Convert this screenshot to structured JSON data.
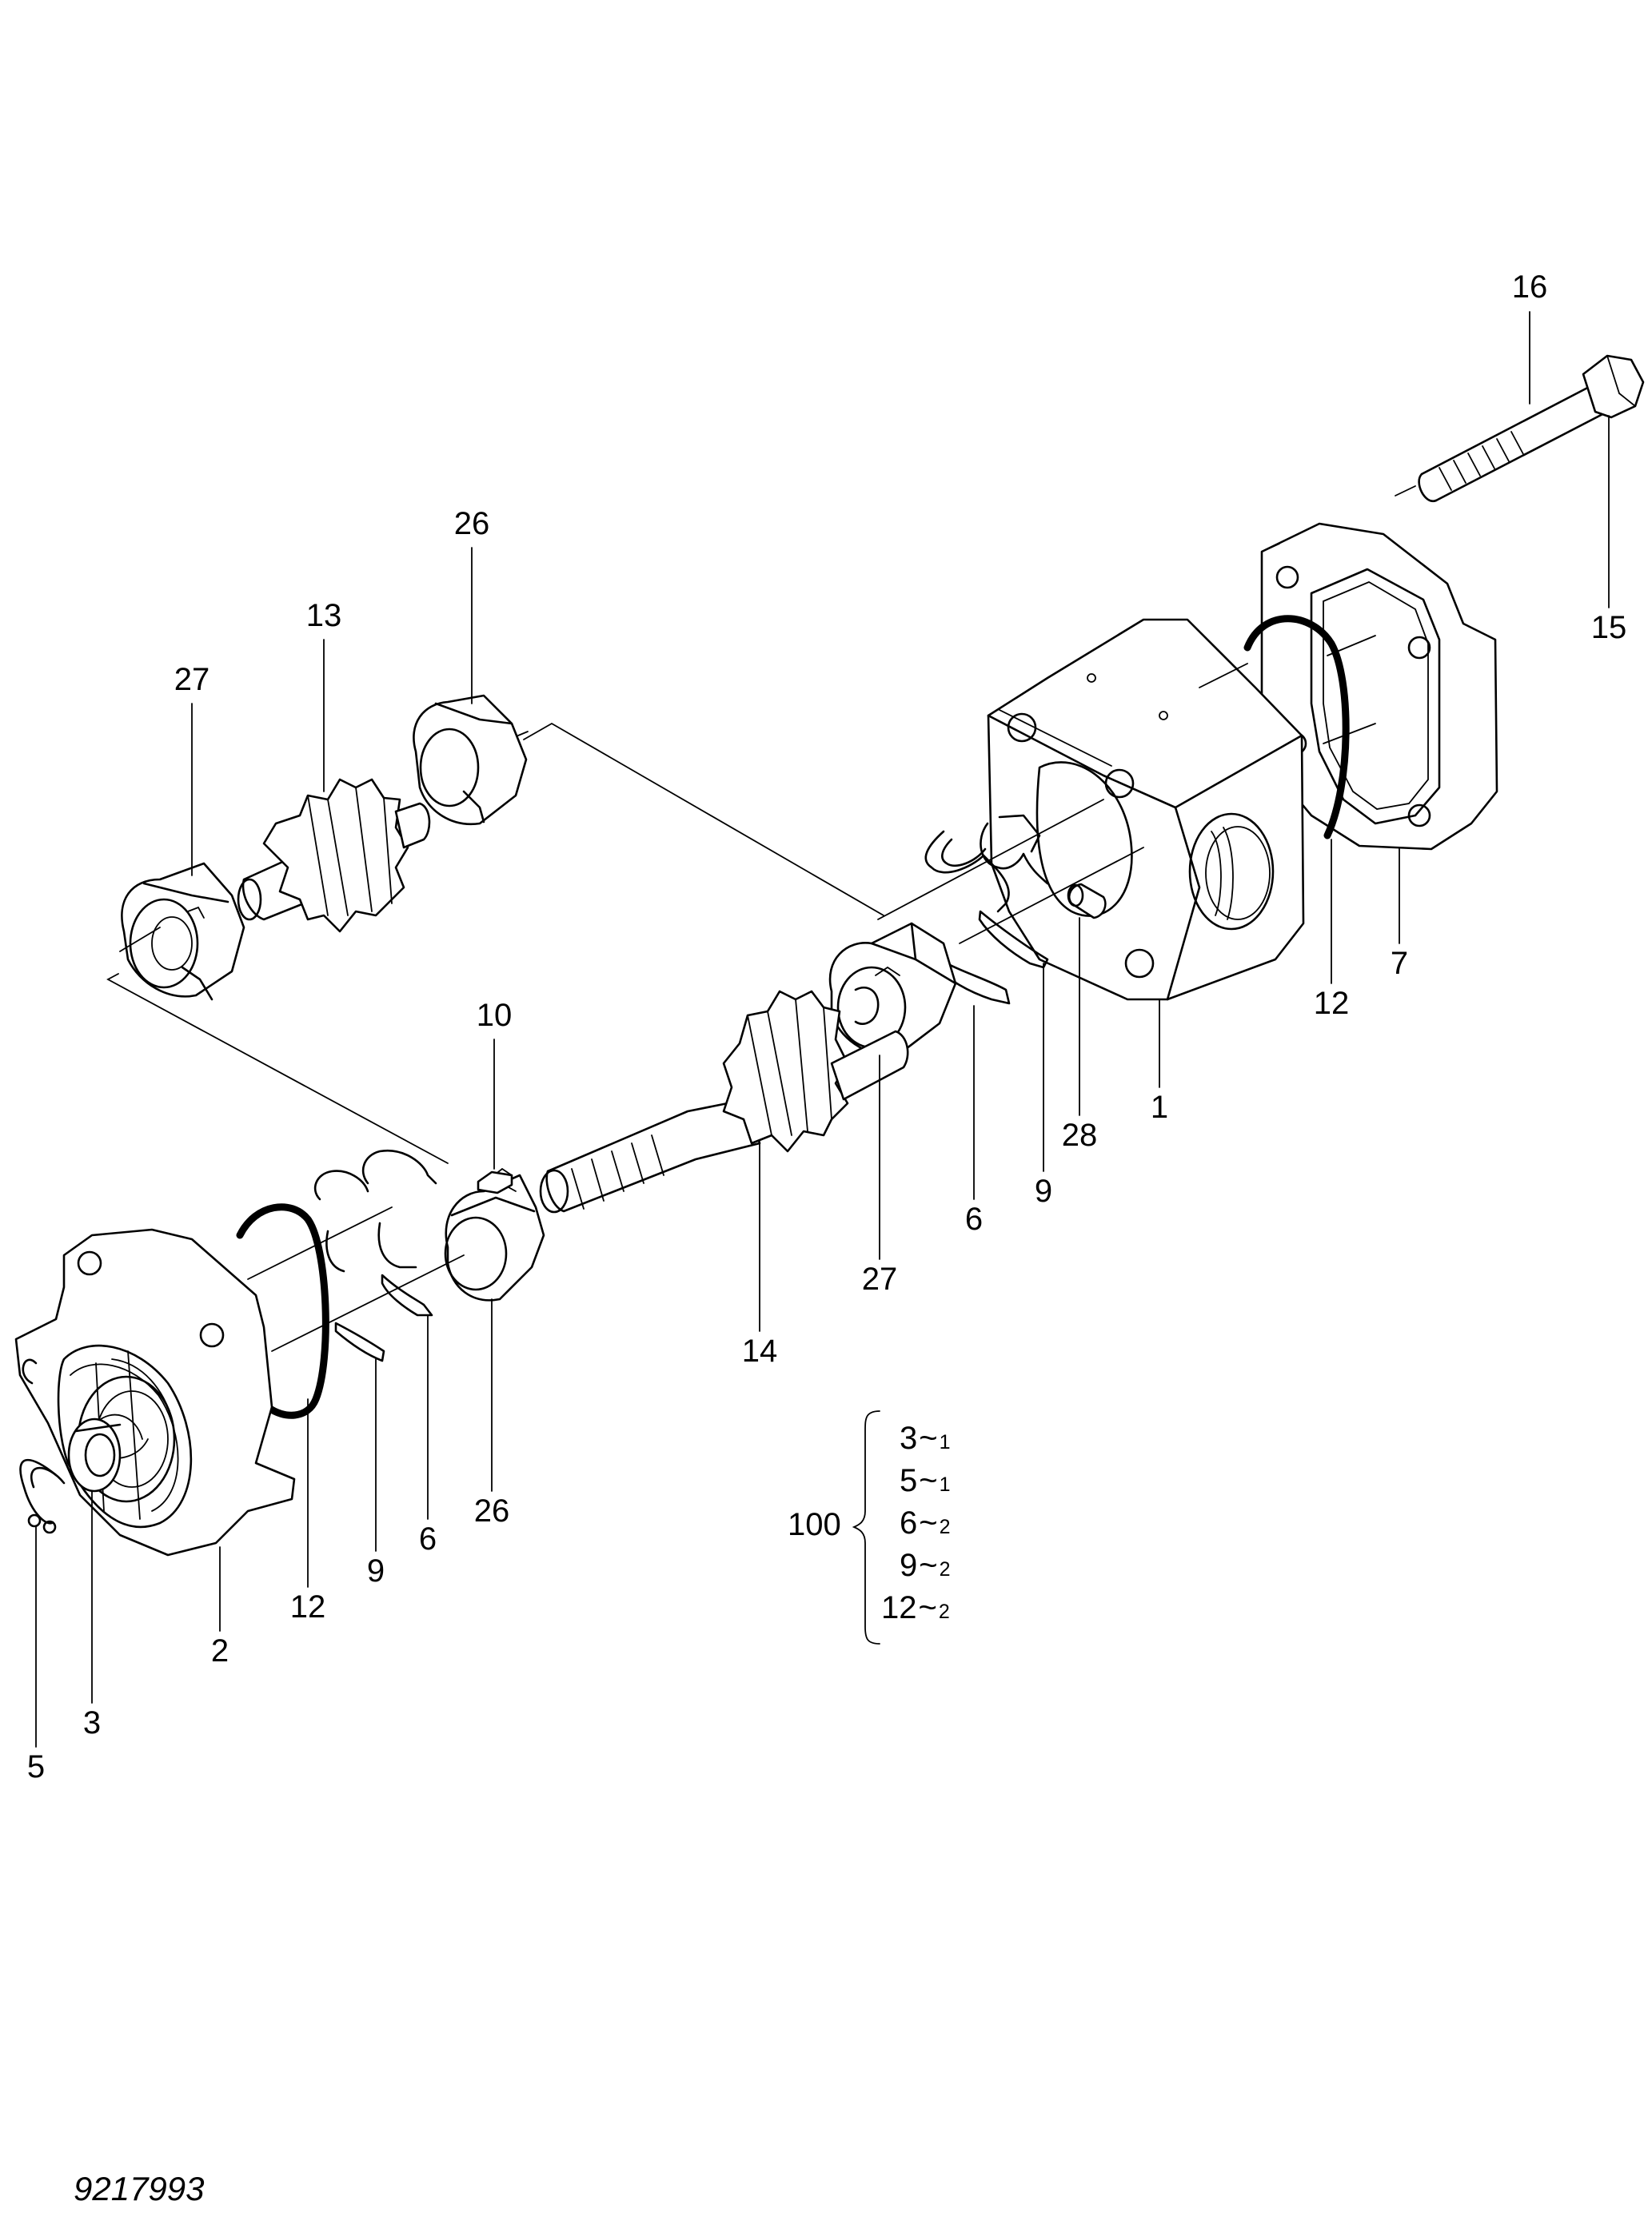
{
  "figure_number": "9217993",
  "callouts": [
    {
      "id": "c16",
      "text": "16"
    },
    {
      "id": "c15",
      "text": "15"
    },
    {
      "id": "c26-top",
      "text": "26"
    },
    {
      "id": "c13",
      "text": "13"
    },
    {
      "id": "c27-top",
      "text": "27"
    },
    {
      "id": "c12-right",
      "text": "12"
    },
    {
      "id": "c7",
      "text": "7"
    },
    {
      "id": "c10",
      "text": "10"
    },
    {
      "id": "c1",
      "text": "1"
    },
    {
      "id": "c28",
      "text": "28"
    },
    {
      "id": "c9-right",
      "text": "9"
    },
    {
      "id": "c6-right",
      "text": "6"
    },
    {
      "id": "c27-bottom",
      "text": "27"
    },
    {
      "id": "c14",
      "text": "14"
    },
    {
      "id": "c26-bottom",
      "text": "26"
    },
    {
      "id": "c6-left",
      "text": "6"
    },
    {
      "id": "c9-left",
      "text": "9"
    },
    {
      "id": "c12-left",
      "text": "12"
    },
    {
      "id": "c2",
      "text": "2"
    },
    {
      "id": "c3",
      "text": "3"
    },
    {
      "id": "c5",
      "text": "5"
    }
  ],
  "kit": {
    "number": "100",
    "items": [
      {
        "part": "3",
        "sep": "~",
        "qty": "1"
      },
      {
        "part": "5",
        "sep": "~",
        "qty": "1"
      },
      {
        "part": "6",
        "sep": "~",
        "qty": "2"
      },
      {
        "part": "9",
        "sep": "~",
        "qty": "2"
      },
      {
        "part": "12",
        "sep": "~",
        "qty": "2"
      }
    ]
  }
}
